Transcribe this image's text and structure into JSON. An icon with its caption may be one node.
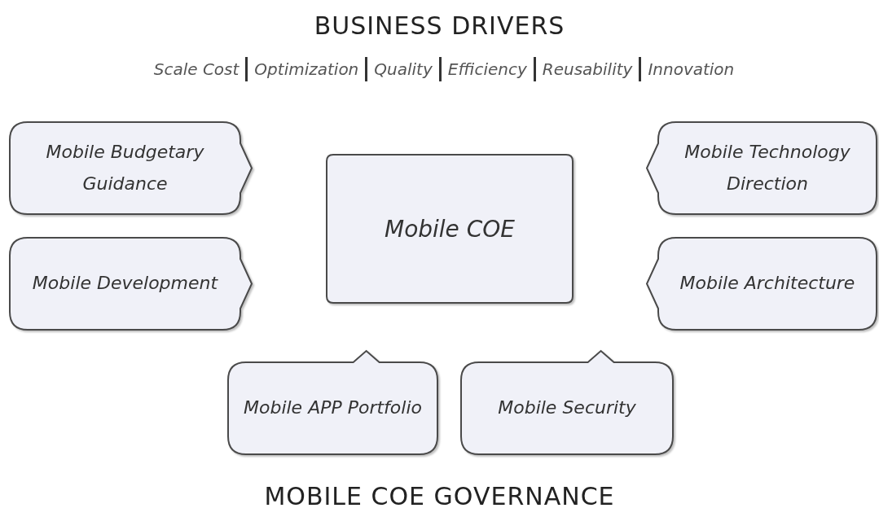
{
  "diagram": {
    "title": "BUSINESS DRIVERS",
    "caption": "MOBILE COE GOVERNANCE",
    "nodes": [
      {
        "text": [
          "Mobile Budgetary Guidance"
        ]
      },
      {
        "text": [
          "Mobile Development"
        ]
      },
      {
        "text": [
          "Mobile COE"
        ]
      },
      {
        "text": [
          "Mobile Technology Direction"
        ]
      },
      {
        "text": [
          "Mobile Architecture"
        ]
      },
      {
        "text": [
          "Mobile APP Portfolio"
        ]
      },
      {
        "text": [
          "Mobile Security"
        ]
      }
    ],
    "labels": [
      "Scale Cost",
      "Optimization",
      "Quality",
      "Efficiency",
      "Reusability",
      "Innovation"
    ]
  }
}
